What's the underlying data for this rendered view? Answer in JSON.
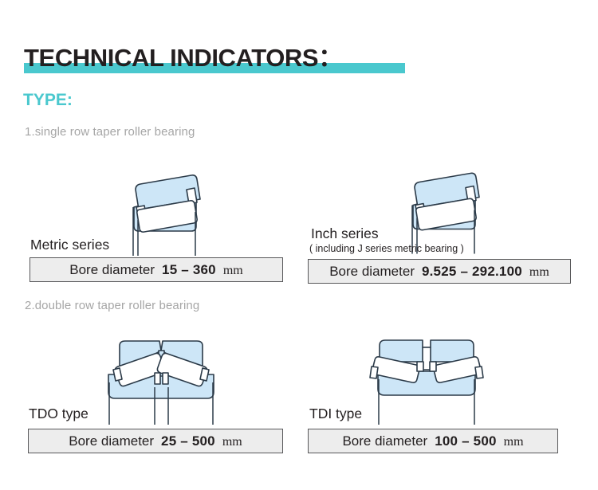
{
  "header": {
    "title": "TECHNICAL INDICATORS：",
    "type_heading": "TYPE:",
    "accent_color": "#4ac8ce",
    "title_color": "#231f20"
  },
  "theme": {
    "bearing_fill": "#cde6f7",
    "bearing_stroke": "#2b3a48",
    "roller_fill": "#ffffff",
    "box_fill": "#ededed",
    "box_border": "#58585a",
    "caption_color": "#a6a6a6"
  },
  "sections": [
    {
      "caption": "1.single row taper roller bearing",
      "items": [
        {
          "label": "Metric series",
          "sublabel": "",
          "diagram": "single-row-taper-roller-bearing-diagram",
          "spec": {
            "lead": "Bore diameter",
            "range": "15 – 360",
            "unit": "mm"
          }
        },
        {
          "label": "Inch series",
          "sublabel": "( including J series metric bearing )",
          "diagram": "single-row-taper-roller-bearing-diagram",
          "spec": {
            "lead": "Bore diameter",
            "range": "9.525 – 292.100",
            "unit": "mm"
          }
        }
      ]
    },
    {
      "caption": "2.double row taper roller bearing",
      "items": [
        {
          "label": "TDO type",
          "sublabel": "",
          "diagram": "double-row-tdo-bearing-diagram",
          "spec": {
            "lead": "Bore diameter",
            "range": "25 – 500",
            "unit": "mm"
          }
        },
        {
          "label": "TDI type",
          "sublabel": "",
          "diagram": "double-row-tdi-bearing-diagram",
          "spec": {
            "lead": "Bore diameter",
            "range": "100 – 500",
            "unit": "mm"
          }
        }
      ]
    }
  ]
}
